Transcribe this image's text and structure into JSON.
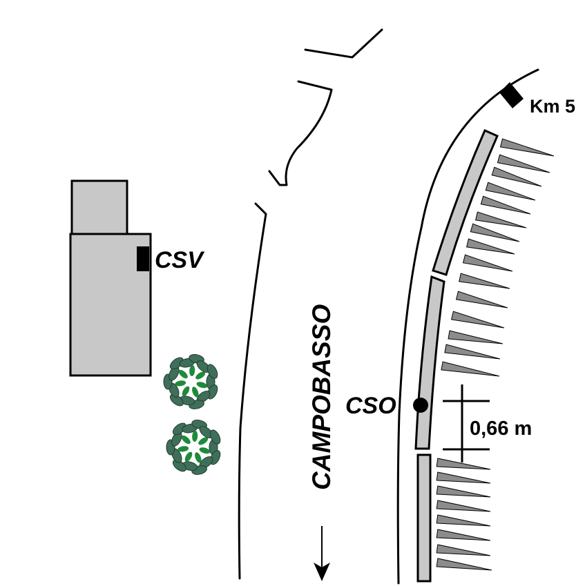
{
  "labels": {
    "km_marker": "Km 5",
    "station_building": "CSV",
    "station_road": "CSO",
    "road_name": "CAMPOBASSO",
    "distance": "0,66 m"
  },
  "colors": {
    "building_fill": "#c8c8c8",
    "tree_leaf": "#3f6f5a",
    "tree_vein": "#1f8a3a",
    "spike_fill": "#8c8c8c",
    "line": "#000000"
  },
  "icons": {
    "tree": "tree-icon",
    "direction": "arrow-down-icon",
    "km_post": "km-post-marker",
    "sensor_dot": "station-dot"
  }
}
